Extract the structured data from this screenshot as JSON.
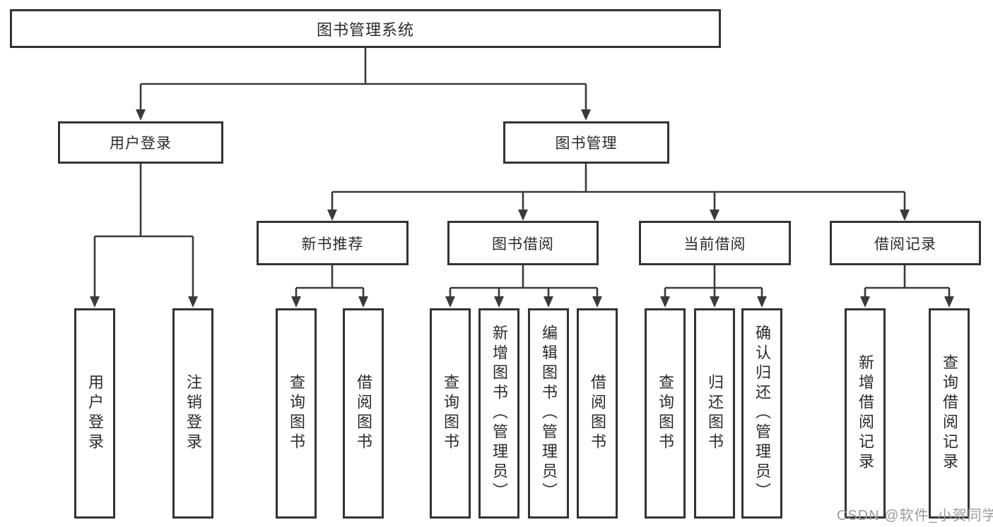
{
  "diagram": {
    "root": {
      "label": "图书管理系统"
    },
    "level2": [
      {
        "label": "用户登录"
      },
      {
        "label": "图书管理"
      }
    ],
    "level3": [
      {
        "label": "新书推荐",
        "parent": "图书管理"
      },
      {
        "label": "图书借阅",
        "parent": "图书管理"
      },
      {
        "label": "当前借阅",
        "parent": "图书管理"
      },
      {
        "label": "借阅记录",
        "parent": "图书管理"
      }
    ],
    "leaves": [
      {
        "label": "用户登录",
        "parent": "用户登录"
      },
      {
        "label": "注销登录",
        "parent": "用户登录"
      },
      {
        "label": "查询图书",
        "parent": "新书推荐"
      },
      {
        "label": "借阅图书",
        "parent": "新书推荐"
      },
      {
        "label": "查询图书",
        "parent": "图书借阅"
      },
      {
        "label": "新增图书（管理员）",
        "parent": "图书借阅"
      },
      {
        "label": "编辑图书（管理员）",
        "parent": "图书借阅"
      },
      {
        "label": "借阅图书",
        "parent": "图书借阅"
      },
      {
        "label": "查询图书",
        "parent": "当前借阅"
      },
      {
        "label": "归还图书",
        "parent": "当前借阅"
      },
      {
        "label": "确认归还（管理员）",
        "parent": "当前借阅"
      },
      {
        "label": "新增借阅记录",
        "parent": "借阅记录"
      },
      {
        "label": "查询借阅记录",
        "parent": "借阅记录"
      }
    ],
    "watermark": "CSDN @软件_小贺同学",
    "colors": {
      "line": "#3a3a3a",
      "border": "#333333",
      "text": "#2b2b2b",
      "watermark": "#9b9b9b",
      "background": "#ffffff"
    }
  }
}
